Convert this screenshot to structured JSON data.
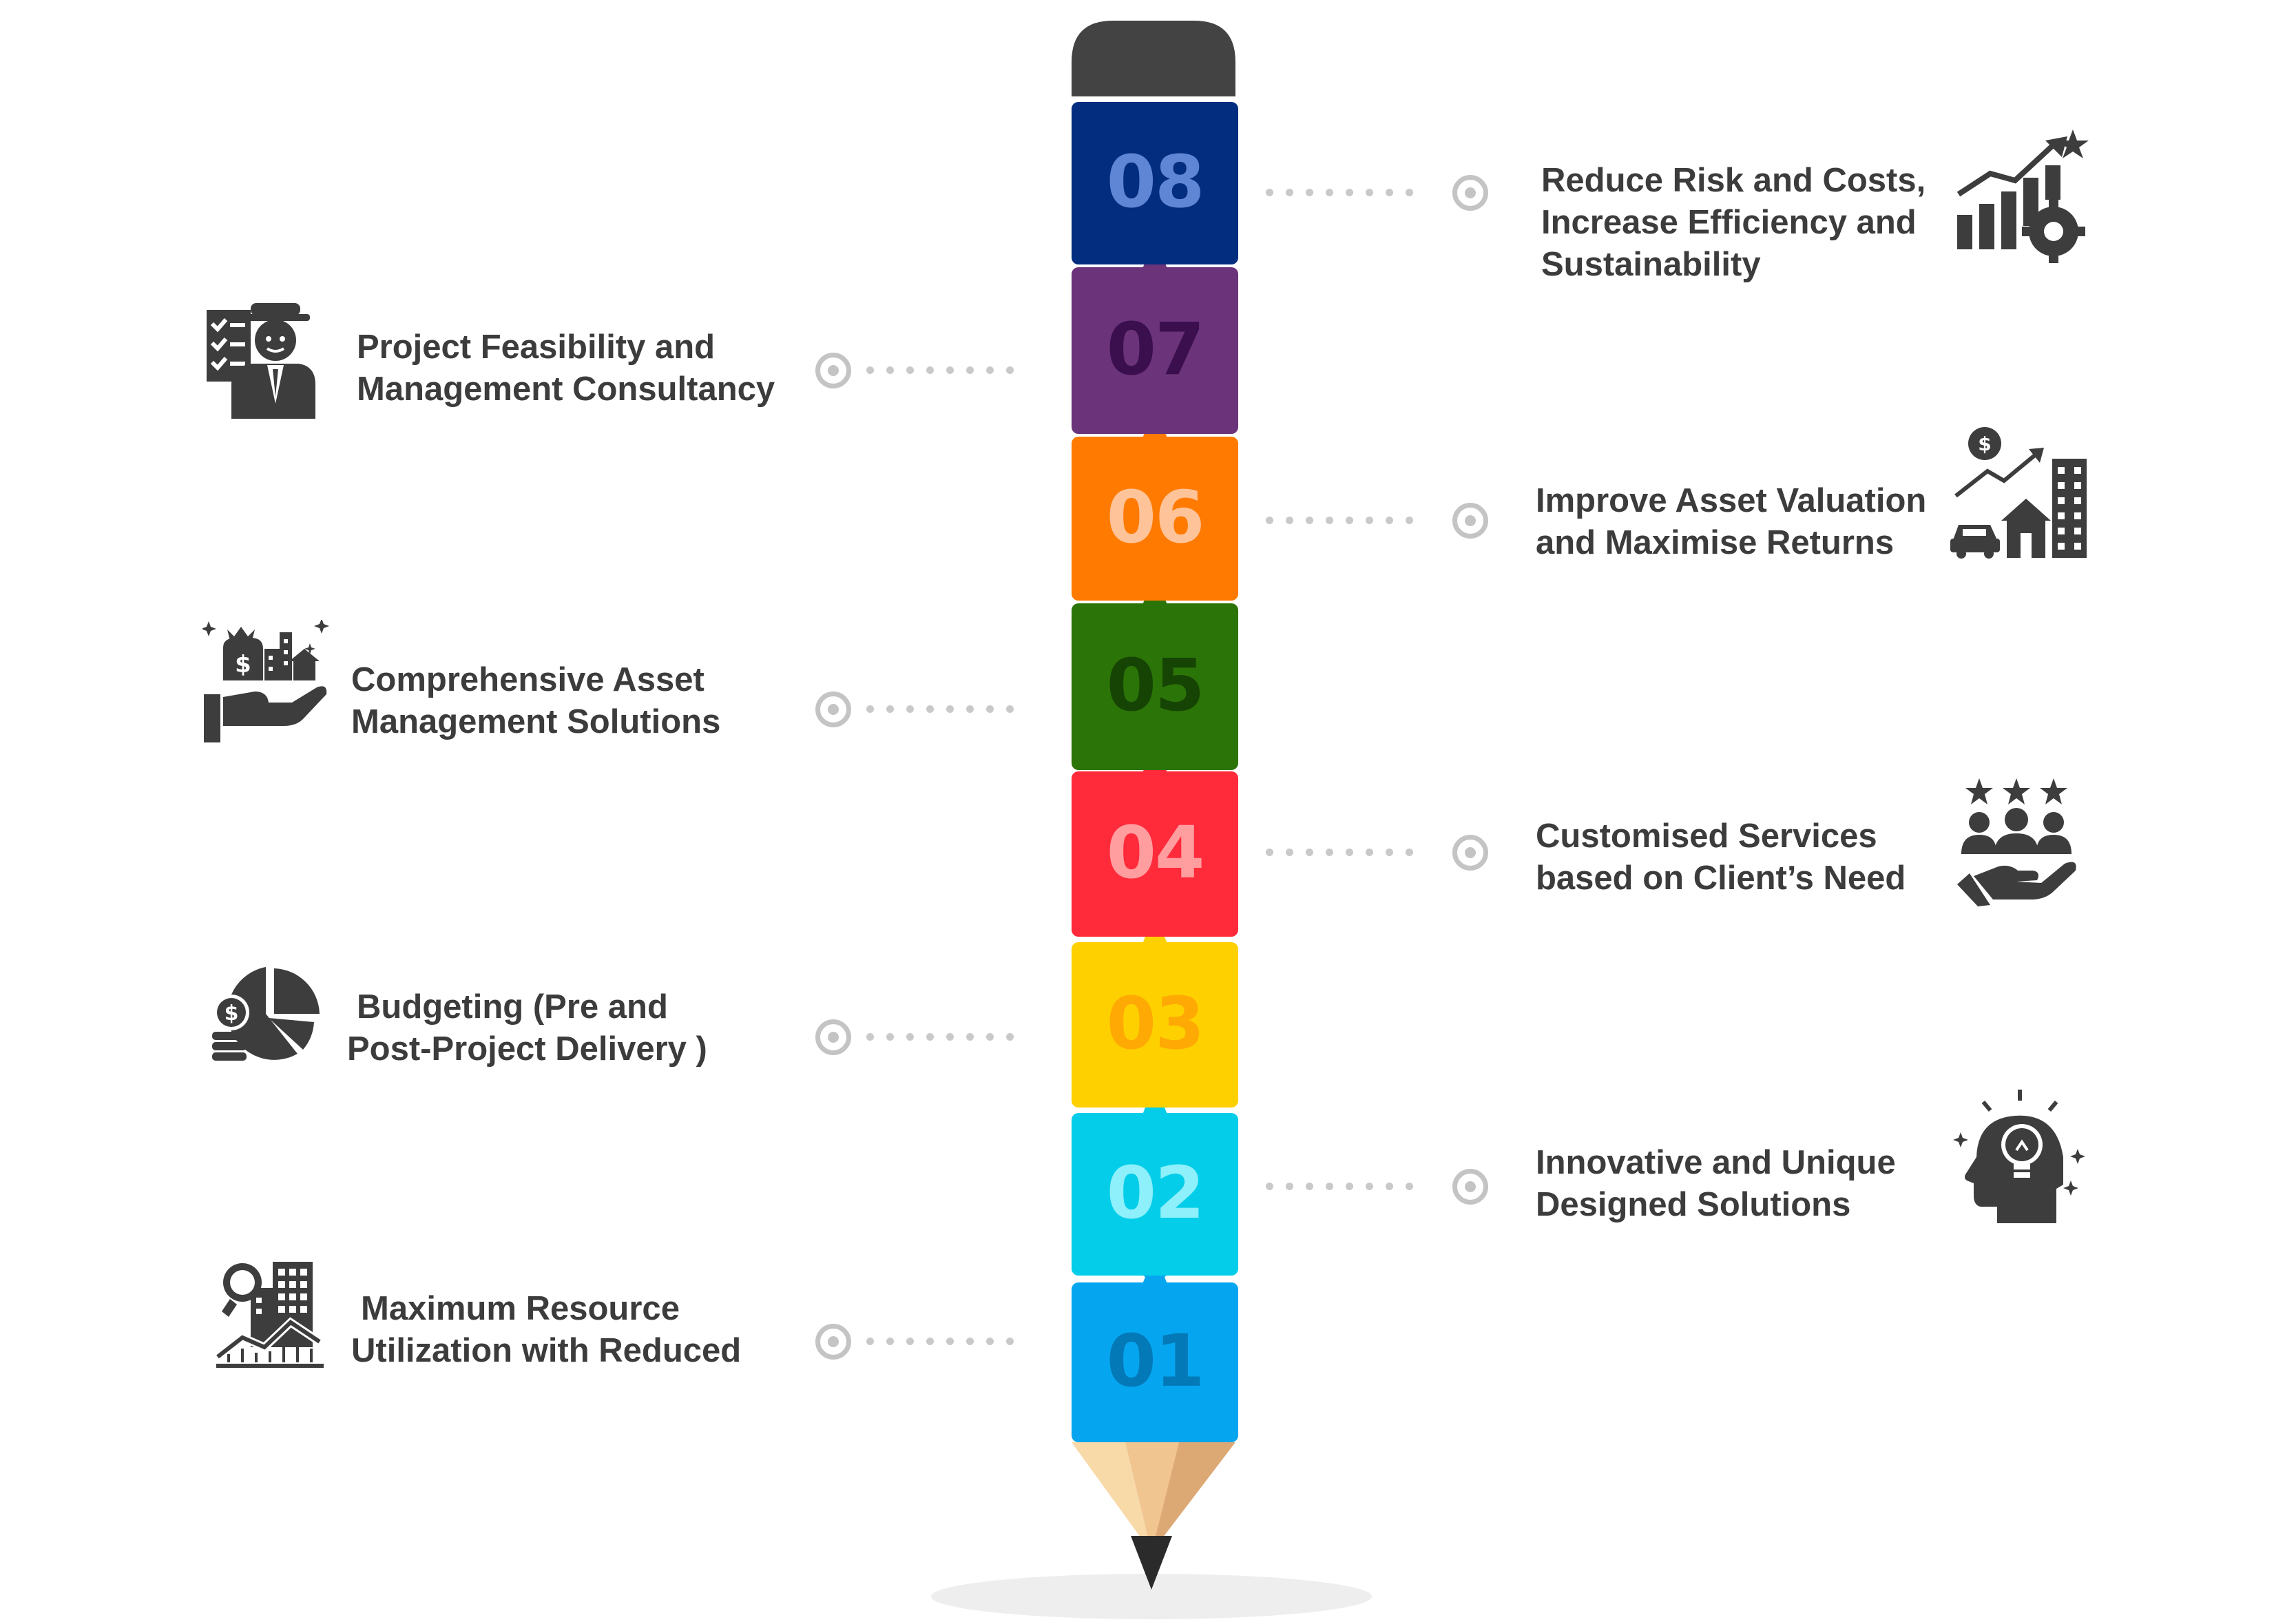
{
  "colors": {
    "text": "#3c3c3c",
    "icon": "#3d3d3d",
    "connector": "#c4c4c4",
    "eraser": "#434343",
    "pencil_wood_light": "#f8d9a8",
    "pencil_wood_mid": "#f1c58f",
    "pencil_wood_dark": "#dca874",
    "pencil_lead": "#2b2b2b",
    "shadow": "#eeeeee"
  },
  "segments": [
    {
      "number": "01",
      "color": "#05a6ef",
      "number_color": "#0479b8"
    },
    {
      "number": "02",
      "color": "#03cde9",
      "number_color": "#8df0fb"
    },
    {
      "number": "03",
      "color": "#ffd000",
      "number_color": "#ffa904"
    },
    {
      "number": "04",
      "color": "#ff2a3a",
      "number_color": "#ff9d9f"
    },
    {
      "number": "05",
      "color": "#2b7407",
      "number_color": "#164404"
    },
    {
      "number": "06",
      "color": "#ff7a00",
      "number_color": "#ffc39a"
    },
    {
      "number": "07",
      "color": "#6b337a",
      "number_color": "#3b0f4e"
    },
    {
      "number": "08",
      "color": "#032d7f",
      "number_color": "#5f86d4"
    }
  ],
  "items": {
    "i01": {
      "lines": [
        "Maximum Resource",
        "Utilization with Reduced"
      ],
      "icon": "building-search-growth-icon"
    },
    "i02": {
      "lines": [
        "Innovative and Unique",
        "Designed Solutions"
      ],
      "icon": "head-lightbulb-icon"
    },
    "i03": {
      "lines": [
        "Budgeting (Pre and",
        "Post-Project Delivery )"
      ],
      "icon": "pie-chart-coins-icon"
    },
    "i04": {
      "lines": [
        "Customised Services",
        "based on Client’s Need"
      ],
      "icon": "hand-people-stars-icon"
    },
    "i05": {
      "lines": [
        "Comprehensive Asset",
        "Management Solutions"
      ],
      "icon": "hand-assets-icon"
    },
    "i06": {
      "lines": [
        "Improve Asset Valuation",
        "and Maximise Returns"
      ],
      "icon": "real-estate-growth-icon"
    },
    "i07": {
      "lines": [
        "Project Feasibility and",
        "Management Consultancy"
      ],
      "icon": "consultant-checklist-icon"
    },
    "i08": {
      "lines": [
        "Reduce Risk and Costs,",
        "Increase Efficiency and",
        "Sustainability"
      ],
      "icon": "growth-chart-gear-icon"
    }
  }
}
